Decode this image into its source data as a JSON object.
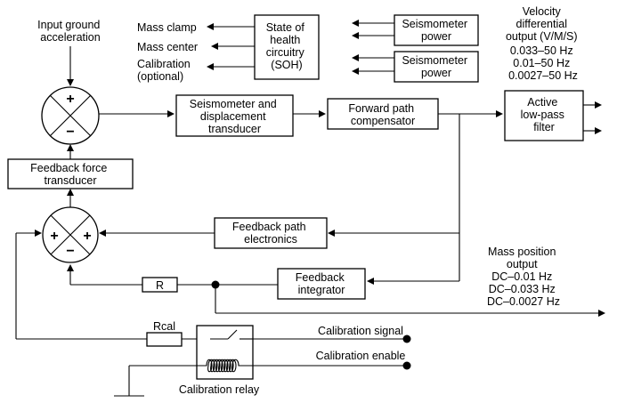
{
  "labels": {
    "input_ground": [
      "Input ground",
      "acceleration"
    ],
    "feedback_force": [
      "Feedback force",
      "transducer"
    ],
    "seismometer_disp": [
      "Seismometer and",
      "displacement",
      "transducer"
    ],
    "forward_comp": [
      "Forward path",
      "compensator"
    ],
    "active_lpf": [
      "Active",
      "low-pass",
      "filter"
    ],
    "soh": [
      "State of",
      "health",
      "circuitry",
      "(SOH)"
    ],
    "mass_clamp": "Mass clamp",
    "mass_center": "Mass center",
    "calibration_opt": [
      "Calibration",
      "(optional)"
    ],
    "seis_power_1": [
      "Seismometer",
      "power"
    ],
    "seis_power_2": [
      "Seismometer",
      "power"
    ],
    "velocity_output": [
      "Velocity",
      "differential",
      "output (V/M/S)",
      "0.033–50 Hz",
      "0.01–50 Hz",
      "0.0027–50 Hz"
    ],
    "feedback_path": [
      "Feedback path",
      "electronics"
    ],
    "feedback_integrator": [
      "Feedback",
      "integrator"
    ],
    "mass_position": [
      "Mass position",
      "output",
      "DC–0.01 Hz",
      "DC–0.033 Hz",
      "DC–0.0027 Hz"
    ],
    "resistor_r": "R",
    "resistor_rcal": "Rcal",
    "calibration_signal": "Calibration signal",
    "calibration_enable": "Calibration enable",
    "calibration_relay": "Calibration relay"
  },
  "summing_junctions": {
    "top": {
      "top_sign": "+",
      "bottom_sign": "−"
    },
    "bottom": {
      "left_sign": "+",
      "right_sign": "+",
      "bottom_sign": "−"
    }
  }
}
